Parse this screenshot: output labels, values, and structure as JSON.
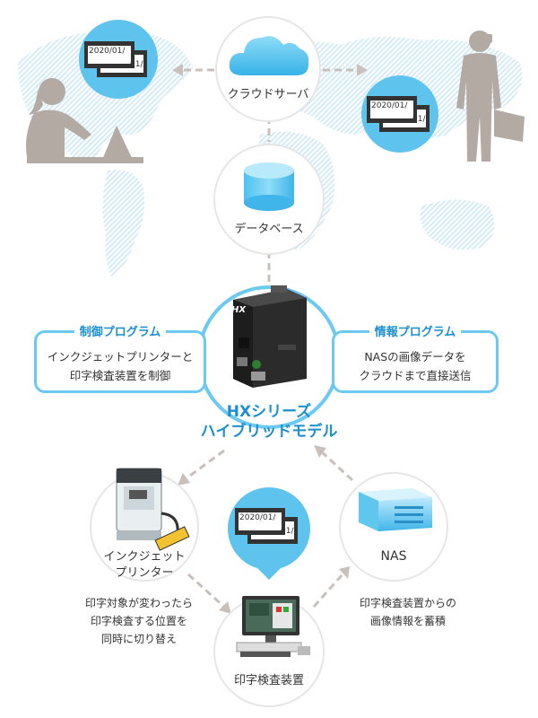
{
  "nodes": {
    "cloud_server": "クラウドサーバ",
    "database": "データベース",
    "hx_title": "HXシリーズ",
    "hx_subtitle": "ハイブリッドモデル",
    "inkjet_line1": "インクジェット",
    "inkjet_line2": "プリンター",
    "inspection": "印字検査装置",
    "nas": "NAS",
    "device_logo": "HX"
  },
  "callouts": {
    "control": {
      "title": "制御プログラム",
      "line1": "インクジェットプリンターと",
      "line2": "印字検査装置を制御"
    },
    "info": {
      "title": "情報プログラム",
      "line1": "NASの画像データを",
      "line2": "クラウドまで直接送信"
    }
  },
  "descriptions": {
    "inkjet": [
      "印字対象が変わったら",
      "印字検査する位置を",
      "同時に切り替え"
    ],
    "nas": [
      "印字検査装置からの",
      "画像情報を蓄積"
    ]
  },
  "film_text": {
    "date": "2020/01/",
    "date_short": "01/"
  },
  "colors": {
    "accent_blue": "#1b8fd0",
    "bubble_blue": "#5ec4ee",
    "arrow_gray": "#c9c0bb"
  }
}
